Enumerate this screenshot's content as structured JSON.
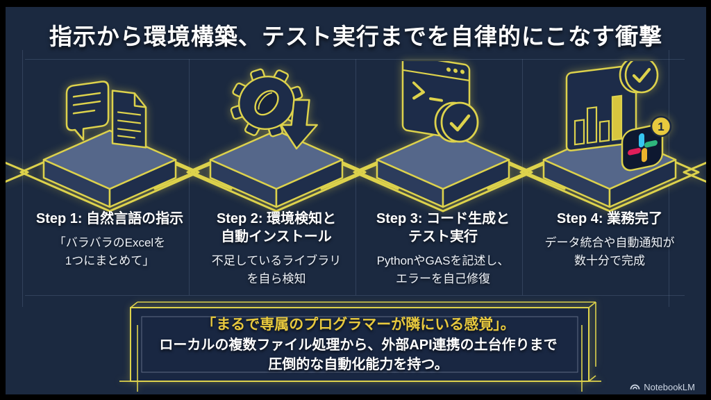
{
  "colors": {
    "background": "#1b2940",
    "accent_yellow": "#ddd24c",
    "gold_text": "#e8c93e",
    "platform_top": "#55678a",
    "platform_side": "#23324e",
    "slack_blue": "#36C5F0",
    "slack_green": "#2EB67D",
    "slack_yellow": "#ECB22C",
    "slack_red": "#E01E5A"
  },
  "title": "指示から環境構築、テスト実行までを自律的にこなす衝撃",
  "steps": [
    {
      "icon": "speech-bubble-and-document-icon",
      "title": "Step 1: 自然言語の指示",
      "description": "「バラバラのExcelを\n1つにまとめて」"
    },
    {
      "icon": "gear-download-icon",
      "title": "Step 2: 環境検知と\n自動インストール",
      "description": "不足しているライブラリ\nを自ら検知"
    },
    {
      "icon": "terminal-window-check-icon",
      "title": "Step 3: コード生成と\nテスト実行",
      "description": "PythonやGASを記述し、\nエラーを自己修復"
    },
    {
      "icon": "dashboard-check-slack-icon",
      "title": "Step 4: 業務完了",
      "description": "データ統合や自動通知が\n数十分で完成",
      "badge": "1"
    }
  ],
  "quote": {
    "highlight": "「まるで専属のプログラマーが隣にいる感覚」。",
    "body": "ローカルの複数ファイル処理から、外部API連携の土台作りまで\n圧倒的な自動化能力を持つ。"
  },
  "watermark": {
    "label": "NotebookLM"
  }
}
